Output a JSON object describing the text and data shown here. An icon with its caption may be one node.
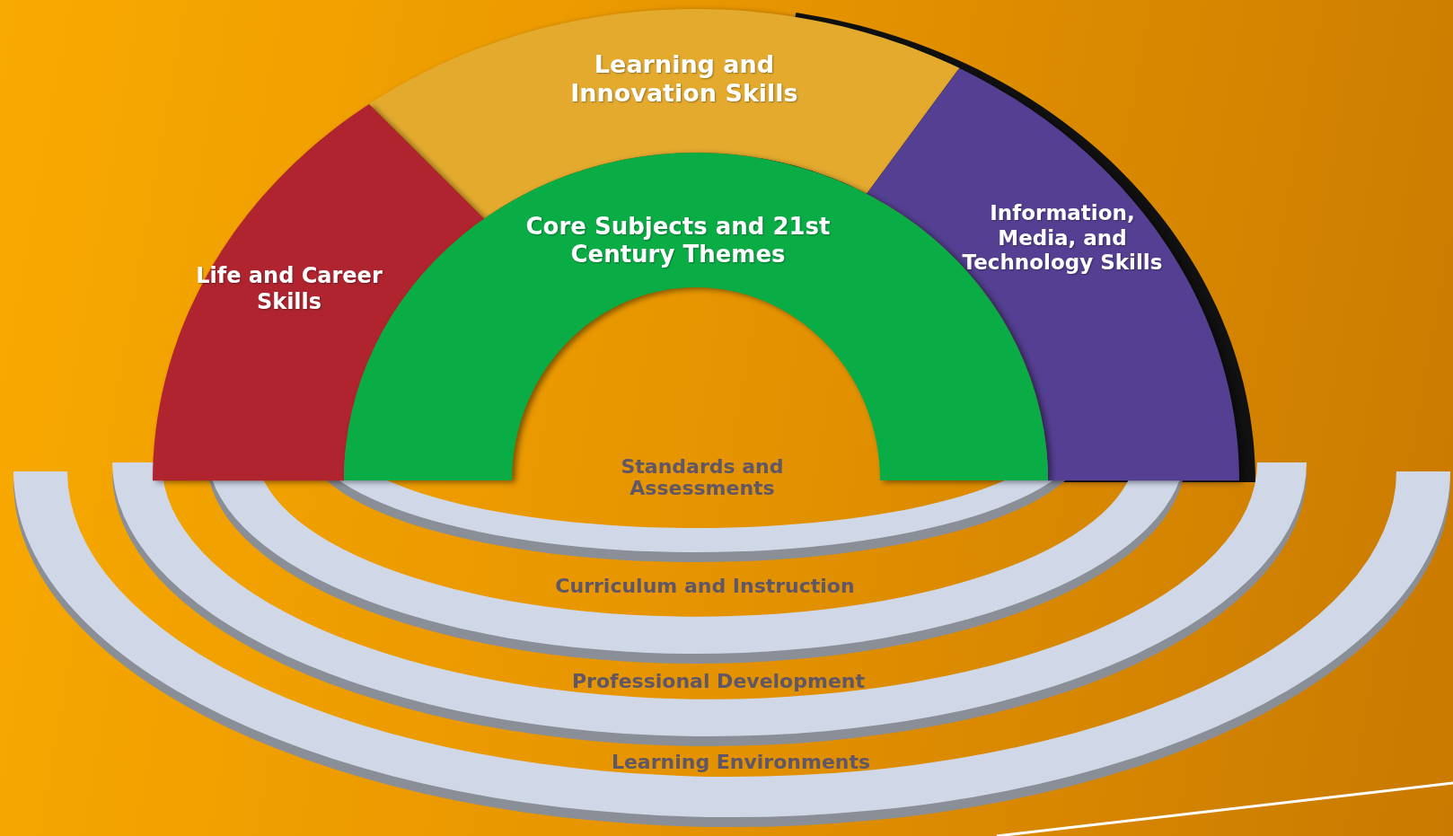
{
  "diagram": {
    "nodes": [
      {
        "text": [
          "Learning and Innovation Skills"
        ]
      },
      {
        "text": [
          "Life and Career Skills"
        ]
      },
      {
        "text": [
          "Core Subjects and 21st Century Themes"
        ]
      },
      {
        "text": [
          "Information, Media, and Technology Skills"
        ]
      },
      {
        "text": [
          "Standards and Assessments"
        ]
      },
      {
        "text": [
          "Curriculum and Instruction"
        ]
      },
      {
        "text": [
          "Professional Development"
        ]
      },
      {
        "text": [
          "Learning Environments"
        ]
      }
    ]
  }
}
